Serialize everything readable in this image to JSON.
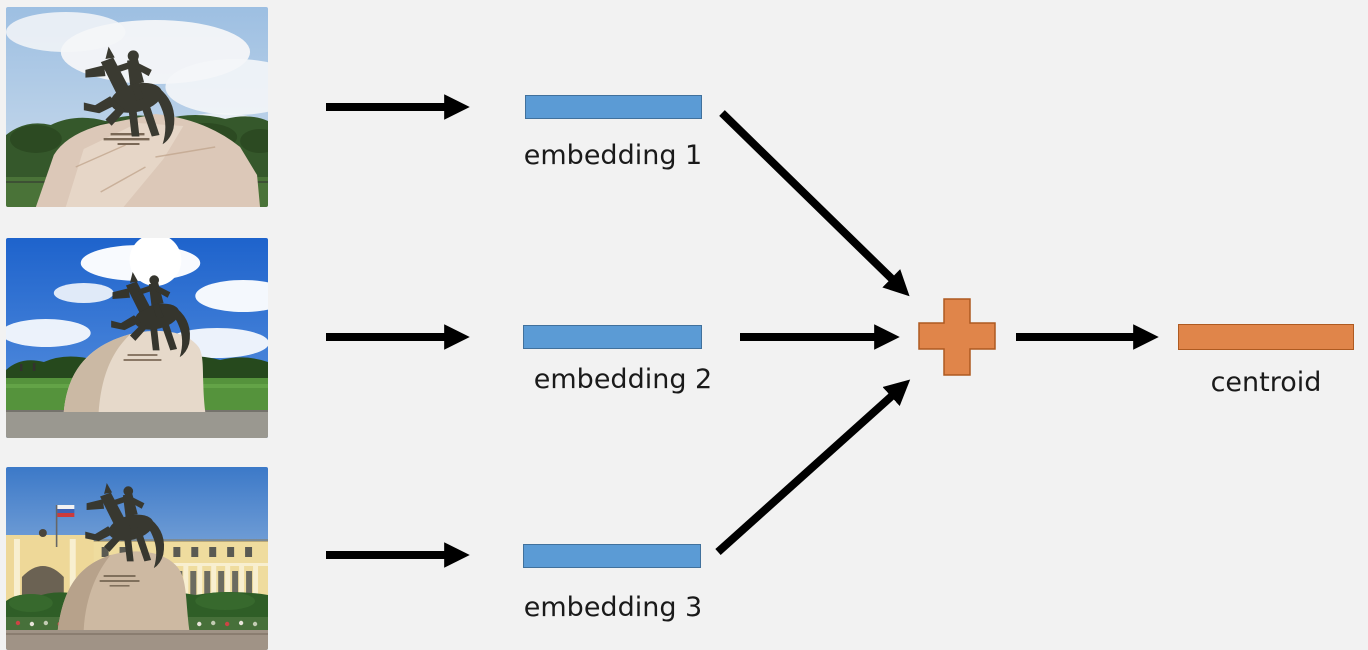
{
  "diagram": {
    "type": "flow-diagram",
    "colors": {
      "canvas_bg": "#f2f2f2",
      "embedding_fill": "#5B9BD5",
      "embedding_border": "#41719C",
      "accent_fill": "#E0854A",
      "accent_border": "#AE5A21",
      "arrow_color": "#000000",
      "label_color": "#1a1a1a"
    },
    "photos": [
      {
        "name": "statue-photo-1",
        "description": "Bronze Horseman equestrian statue on granite pedestal, trees and pale cloudy sky"
      },
      {
        "name": "statue-photo-2",
        "description": "Bronze Horseman equestrian statue on wave-shaped granite pedestal, bright blue sky with cumulus clouds, park lawn"
      },
      {
        "name": "statue-photo-3",
        "description": "Bronze Horseman equestrian statue with Russian flag, yellow neoclassical Senate building behind, hedge and flowers"
      }
    ],
    "embeddings": [
      {
        "label": "embedding 1"
      },
      {
        "label": "embedding 2"
      },
      {
        "label": "embedding 3"
      }
    ],
    "aggregator": {
      "icon": "plus-icon"
    },
    "centroid": {
      "label": "centroid"
    },
    "arrows": [
      {
        "from": "photo-1",
        "to": "embedding-1"
      },
      {
        "from": "photo-2",
        "to": "embedding-2"
      },
      {
        "from": "photo-3",
        "to": "embedding-3"
      },
      {
        "from": "embedding-1",
        "to": "plus"
      },
      {
        "from": "embedding-2",
        "to": "plus"
      },
      {
        "from": "embedding-3",
        "to": "plus"
      },
      {
        "from": "plus",
        "to": "centroid"
      }
    ]
  }
}
